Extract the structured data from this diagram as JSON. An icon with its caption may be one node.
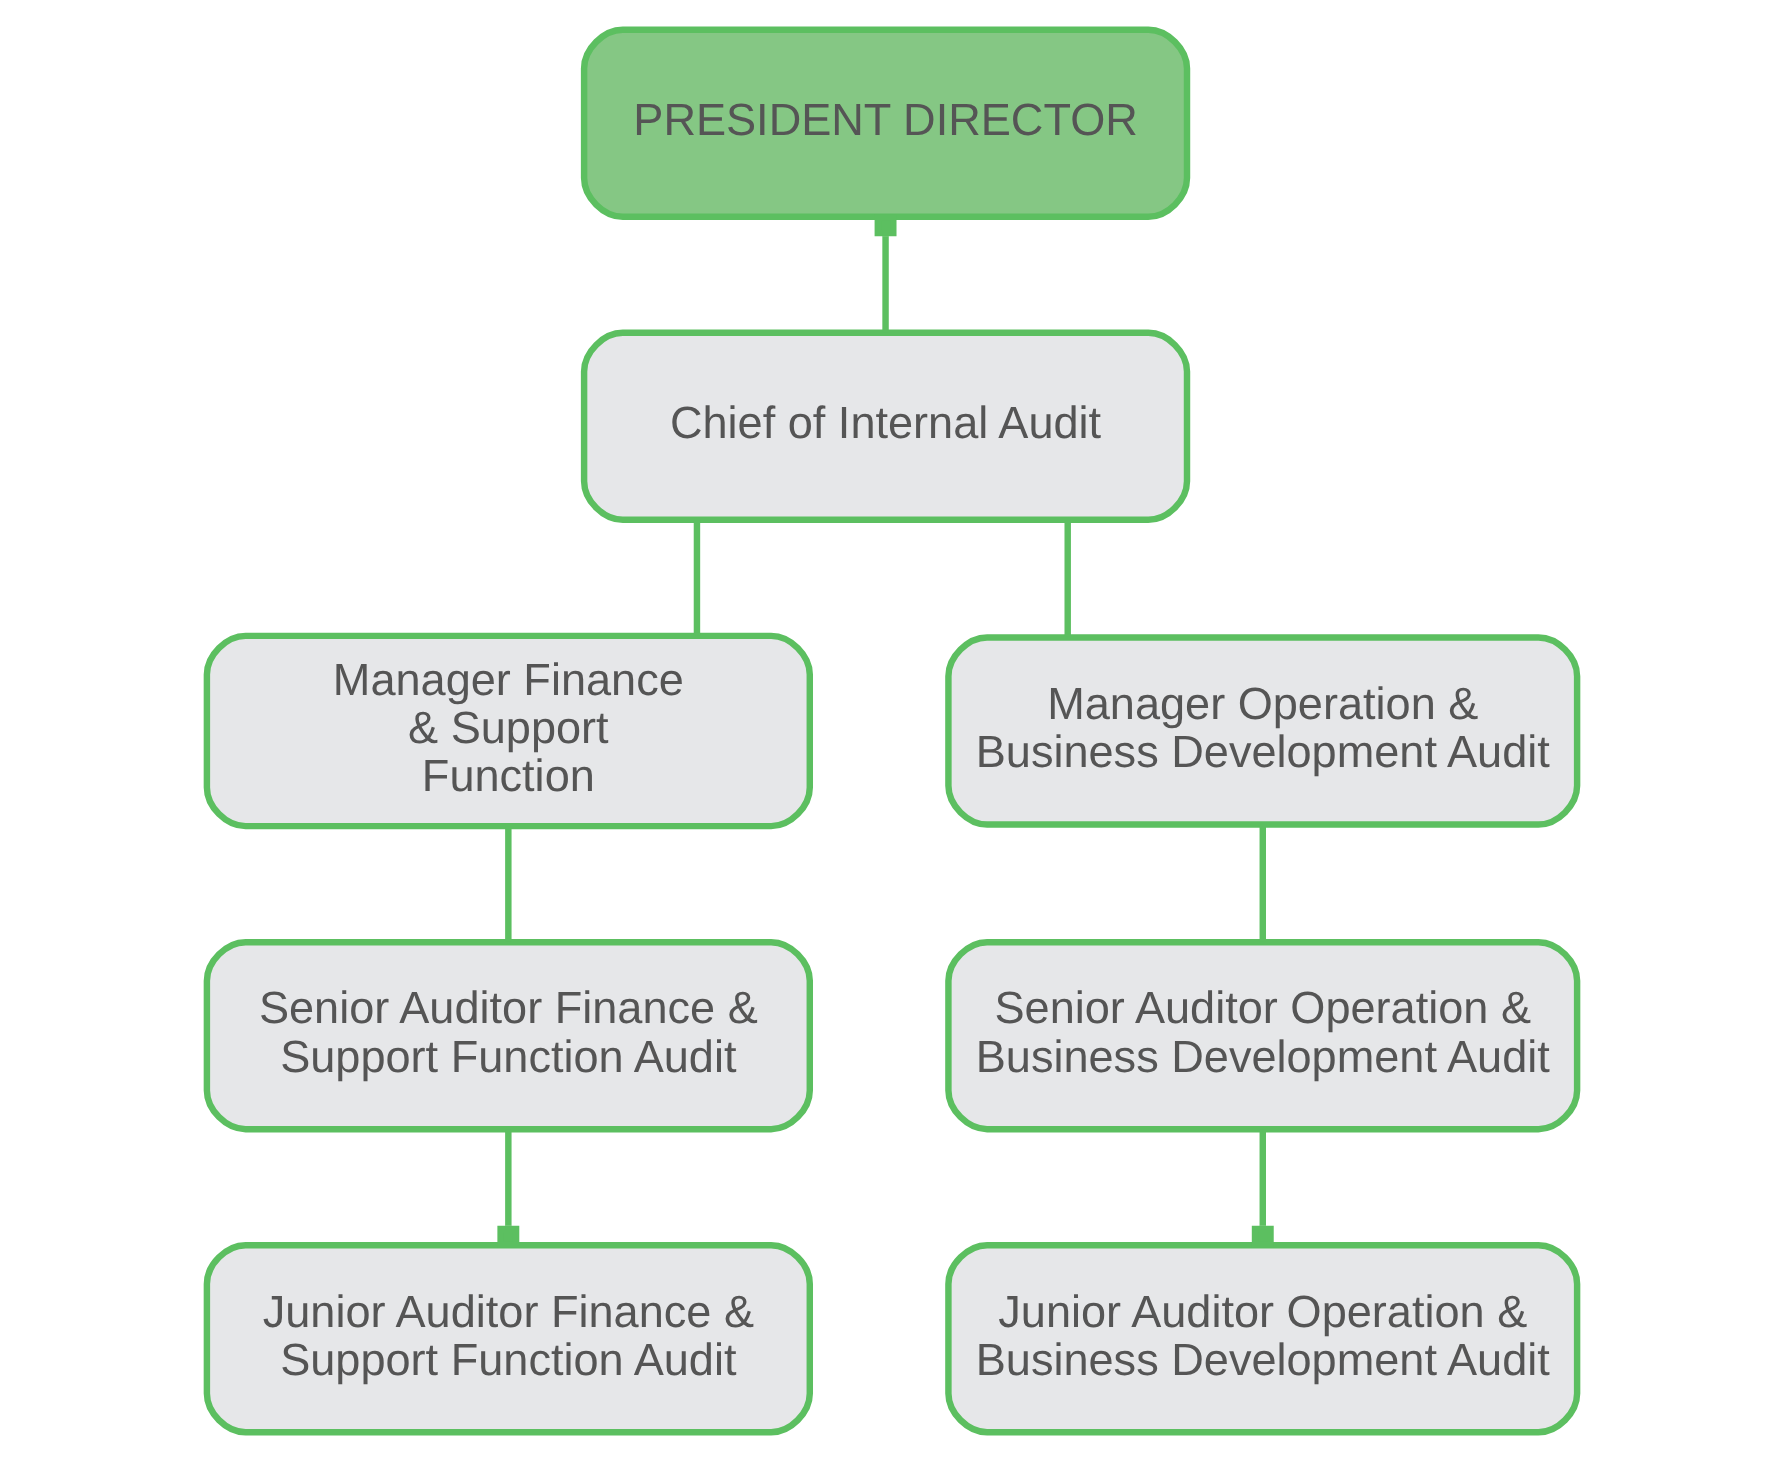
{
  "diagram": {
    "nodes": [
      {
        "text": [
          "PRESIDENT DIRECTOR"
        ]
      },
      {
        "text": [
          "Chief of Internal Audit"
        ]
      },
      {
        "text": [
          "Manager Finance & Support Function"
        ]
      },
      {
        "text": [
          "Manager Operation & Business Development Audit"
        ]
      },
      {
        "text": [
          "Senior Auditor Finance & Support Function Audit"
        ]
      },
      {
        "text": [
          "Senior Auditor Operation & Business Development Audit"
        ]
      },
      {
        "text": [
          "Junior Auditor Finance & Support Function Audit"
        ]
      },
      {
        "text": [
          "Junior Auditor Operation & Business Development Audit"
        ]
      }
    ],
    "edges": [
      {
        "from": 1,
        "to": 0,
        "arrow": "other"
      },
      {
        "from": 1,
        "to": 2,
        "arrow": "none"
      },
      {
        "from": 1,
        "to": 3,
        "arrow": "none"
      },
      {
        "from": 2,
        "to": 4,
        "arrow": "none"
      },
      {
        "from": 4,
        "to": 6,
        "arrow": "other"
      },
      {
        "from": 3,
        "to": 5,
        "arrow": "none"
      },
      {
        "from": 5,
        "to": 7,
        "arrow": "other"
      }
    ]
  }
}
